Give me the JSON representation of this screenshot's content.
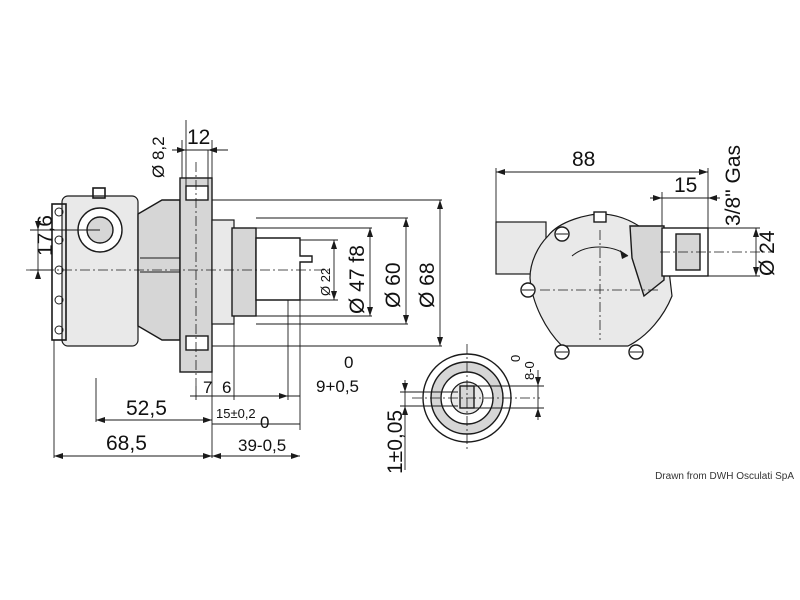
{
  "dimensions": {
    "d_8_2": "Ø 8,2",
    "w_12": "12",
    "h_17_6": "17,6",
    "d_22": "Ø 22",
    "d_47f8": "Ø 47 f8",
    "d_60": "Ø 60",
    "d_68": "Ø 68",
    "w_7": "7",
    "w_6": "6",
    "tol_9_upper": "0",
    "w_9": "9+0,5",
    "w_52_5": "52,5",
    "w_15": "15±0,2",
    "tol_39_upper": "0",
    "w_39": "39-0,5",
    "w_68_5": "68,5",
    "w_1_05": "1±0,05",
    "w_8": "8-0",
    "tol_8_upper": "0",
    "w_88": "88",
    "w_15b": "15",
    "thread": "3/8\" Gas",
    "d_24": "Ø 24"
  },
  "credit": "Drawn from DWH Osculati SpA"
}
